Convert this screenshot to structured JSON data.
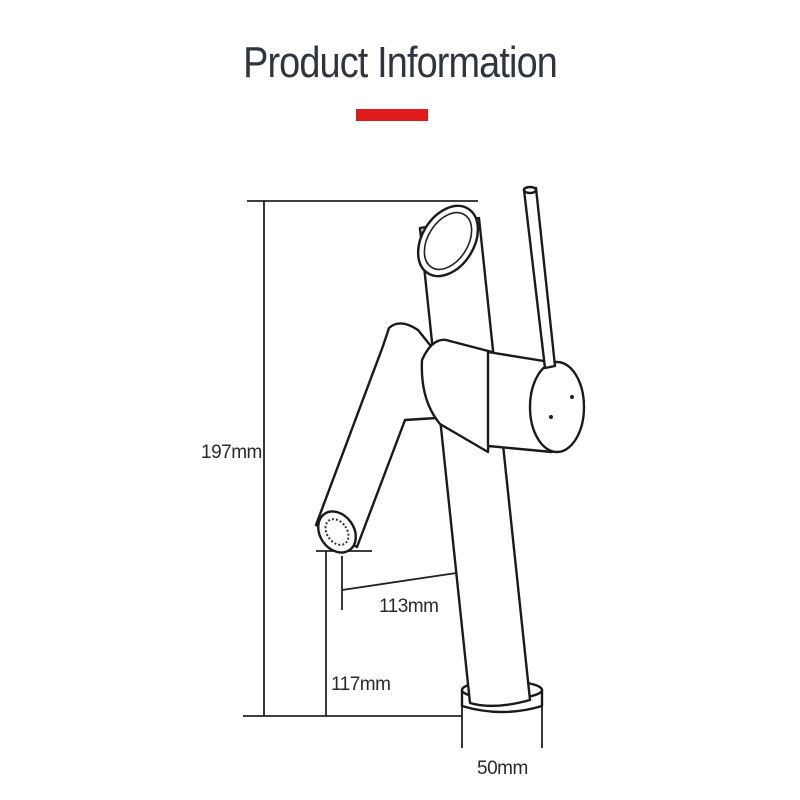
{
  "header": {
    "title": "Product Information"
  },
  "colors": {
    "accent": "#e01b1b",
    "line": "#222222",
    "title": "#2e3440"
  },
  "dimensions": {
    "total_height": "197mm",
    "spout_reach": "113mm",
    "spout_height": "117mm",
    "base_diameter": "50mm"
  }
}
